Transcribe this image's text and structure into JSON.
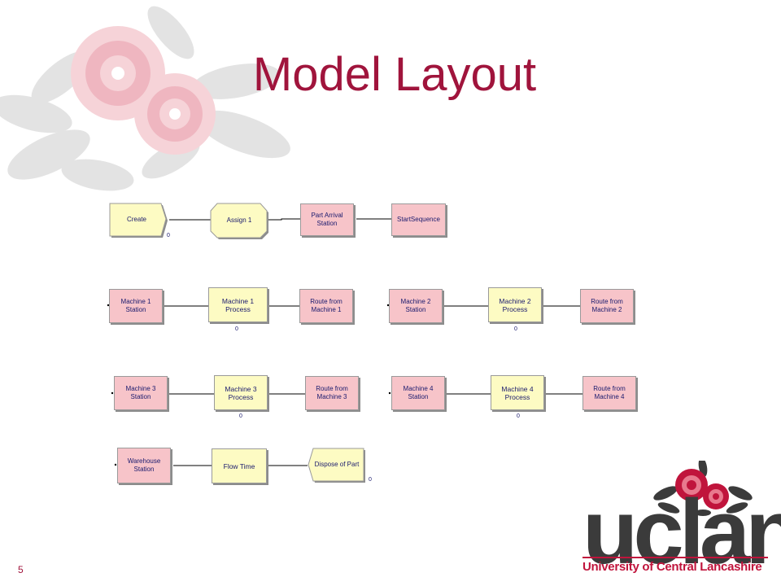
{
  "slide": {
    "title": "Model Layout",
    "page_number": "5"
  },
  "logo": {
    "word": "uclan",
    "subtitle": "University of Central Lancashire"
  },
  "colors": {
    "title": "#a0143c",
    "station_fill": "#f7c4c9",
    "process_fill": "#fdfbc3",
    "connector": "#000000",
    "logo_red": "#c0143c",
    "logo_grey": "#3b3b3b"
  },
  "modules": {
    "create": "Create",
    "assign": "Assign 1",
    "part_arrival": "Part Arrival\nStation",
    "start_sequence": "StartSequence",
    "m1_station": "Machine 1\nStation",
    "m1_process": "Machine 1\nProcess",
    "m1_route": "Route from\nMachine 1",
    "m2_station": "Machine 2\nStation",
    "m2_process": "Machine 2\nProcess",
    "m2_route": "Route from\nMachine 2",
    "m3_station": "Machine 3\nStation",
    "m3_process": "Machine 3\nProcess",
    "m3_route": "Route from\nMachine 3",
    "m4_station": "Machine 4\nStation",
    "m4_process": "Machine 4\nProcess",
    "m4_route": "Route from\nMachine 4",
    "warehouse": "Warehouse\nStation",
    "flow_time": "Flow Time",
    "dispose": "Dispose of Part"
  },
  "counters": {
    "create": "0",
    "m1_process": "0",
    "m2_process": "0",
    "m3_process": "0",
    "m4_process": "0",
    "dispose": "0"
  }
}
